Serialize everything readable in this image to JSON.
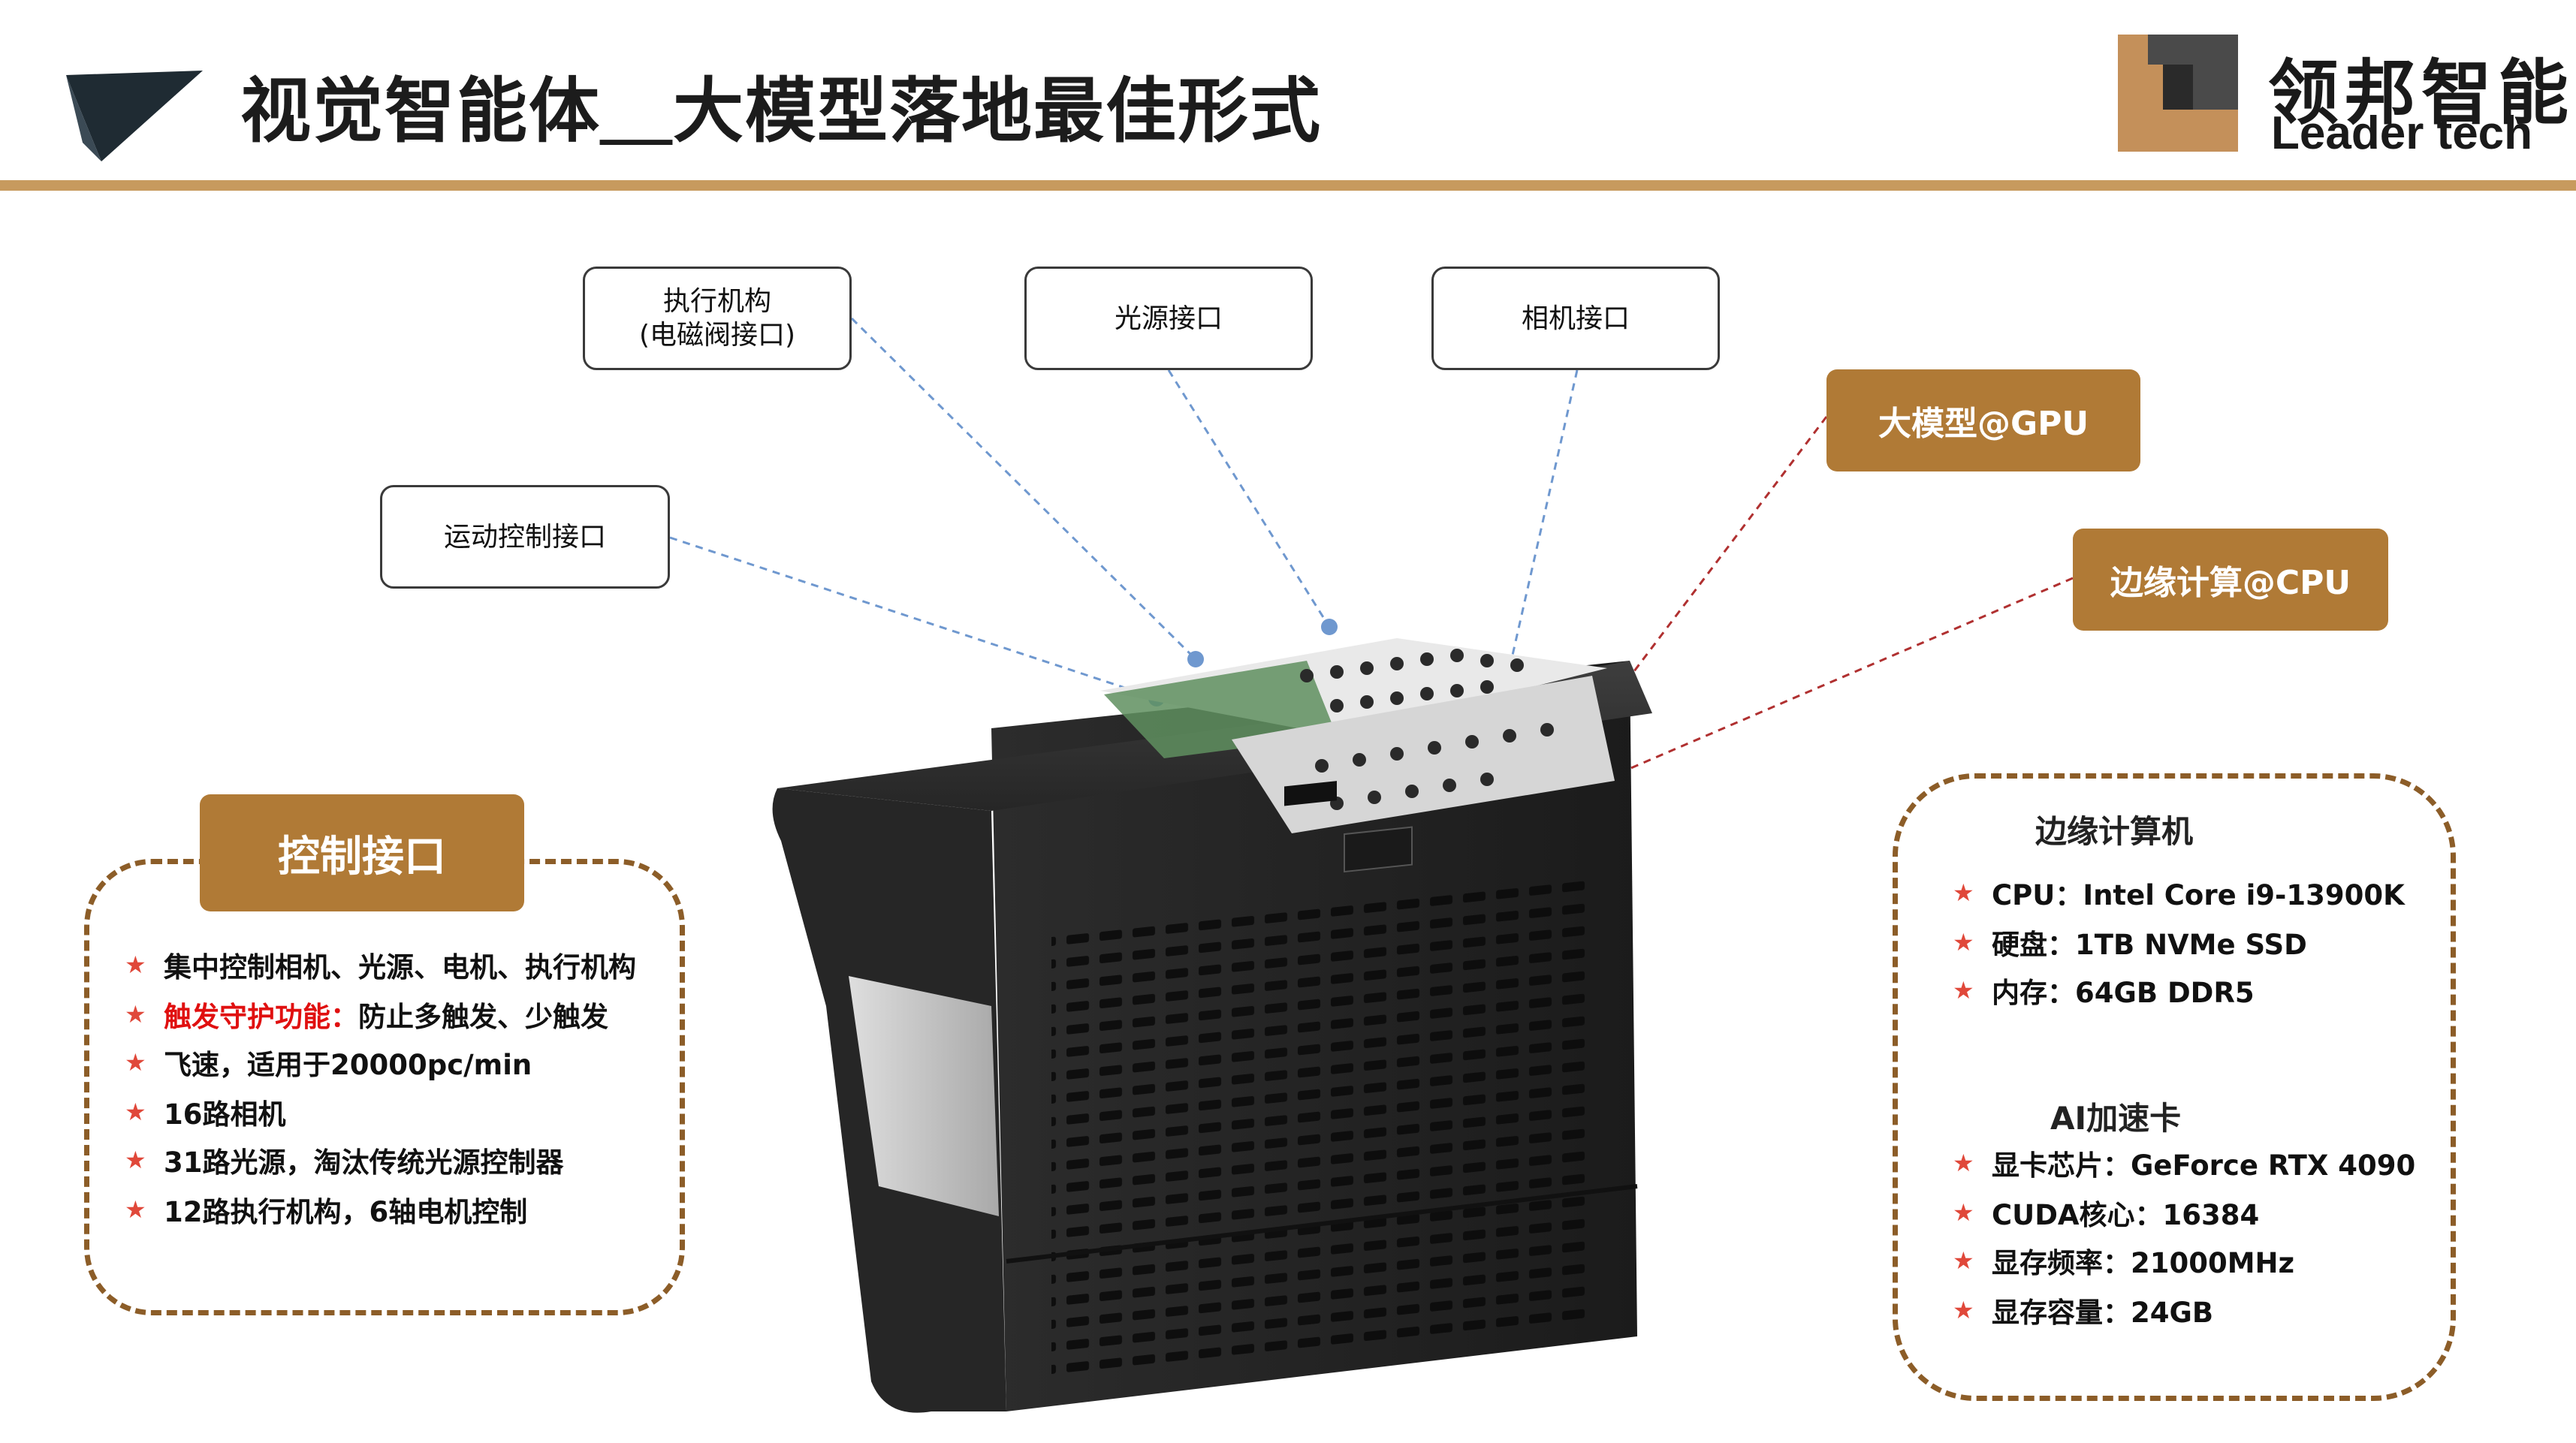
{
  "header": {
    "title": "视觉智能体＿大模型落地最佳形式",
    "brand_cn": "领邦智能",
    "brand_en": "Leader tech"
  },
  "colors": {
    "accent_gold": "#c79a5e",
    "pill_gold": "#b07a36",
    "dashed_brown": "#8c5d28",
    "star_red": "#e0483a",
    "highlight_red": "#e01010",
    "callout_line_blue": "#6f98cf",
    "callout_line_red": "#b03030"
  },
  "callouts": {
    "actuator_line1": "执行机构",
    "actuator_line2": "(电磁阀接口)",
    "light": "光源接口",
    "camera": "相机接口",
    "motion": "运动控制接口",
    "gpu": "大模型@GPU",
    "cpu": "边缘计算@CPU"
  },
  "left_panel": {
    "title": "控制接口",
    "items": [
      {
        "text": "集中控制相机、光源、电机、执行机构"
      },
      {
        "highlight": "触发守护功能：",
        "text": "防止多触发、少触发"
      },
      {
        "text": "飞速，适用于20000pc/min"
      },
      {
        "text": "16路相机"
      },
      {
        "text": "31路光源，淘汰传统光源控制器"
      },
      {
        "text": "12路执行机构，6轴电机控制"
      }
    ]
  },
  "right_panel": {
    "computer_title": "边缘计算机",
    "computer_items": [
      "CPU：Intel Core i9-13900K",
      "硬盘：1TB NVMe SSD",
      "内存：64GB DDR5"
    ],
    "ai_title": "AI加速卡",
    "ai_items": [
      "显卡芯片：GeForce RTX 4090",
      "CUDA核心：16384",
      "显存频率：21000MHz",
      "显存容量：24GB"
    ]
  },
  "icons": {
    "bullet": "★"
  }
}
